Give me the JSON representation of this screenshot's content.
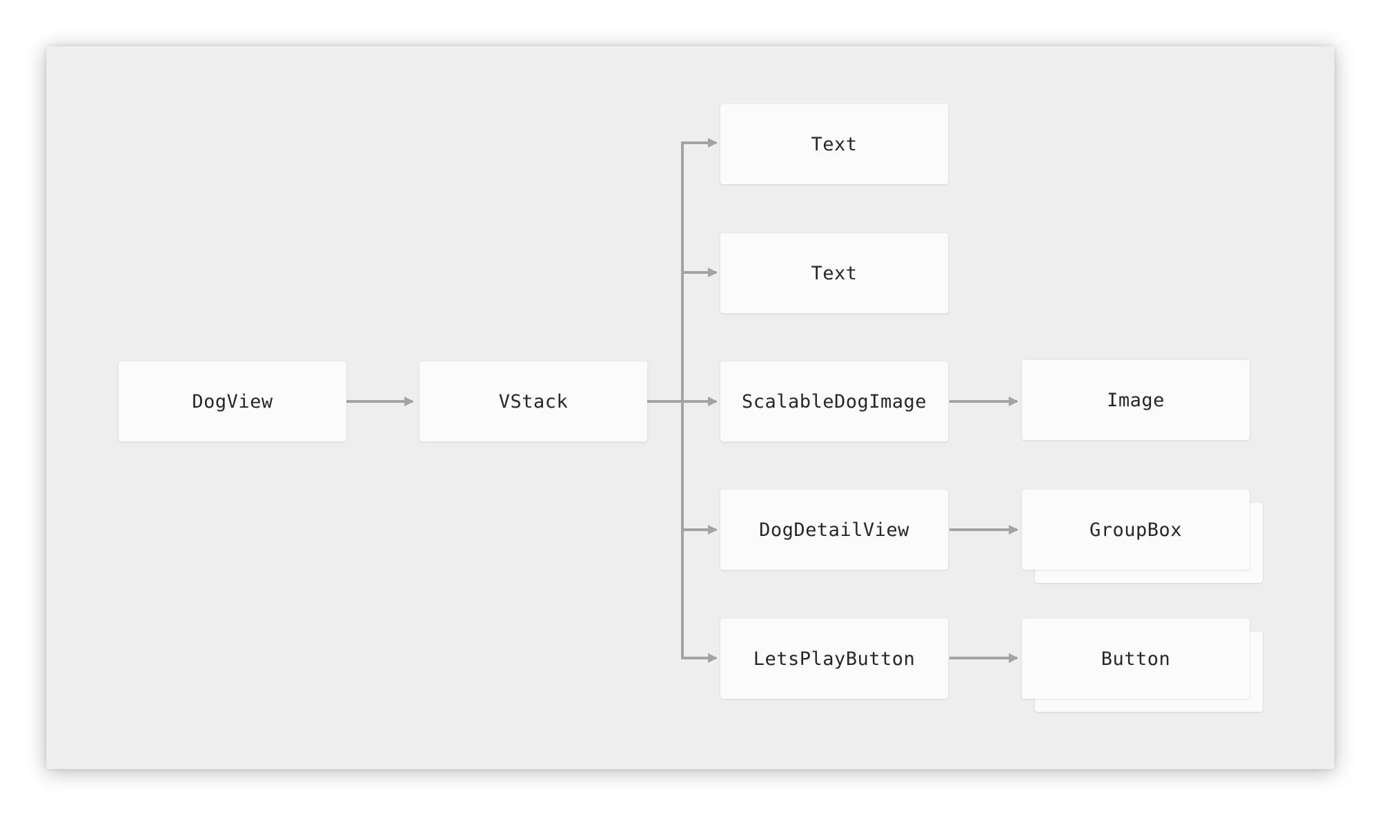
{
  "colors": {
    "panel_background": "#edeeed",
    "node_background": "#fbfbfb",
    "connector": "#a3a3a3",
    "label_text": "#262626"
  },
  "nodes": {
    "dog_view": "DogView",
    "vstack": "VStack",
    "text_1": "Text",
    "text_2": "Text",
    "scalable_dog_image": "ScalableDogImage",
    "dog_detail_view": "DogDetailView",
    "lets_play_button": "LetsPlayButton",
    "image": "Image",
    "group_box": "GroupBox",
    "button": "Button"
  },
  "edges": [
    [
      "DogView",
      "VStack"
    ],
    [
      "VStack",
      "Text"
    ],
    [
      "VStack",
      "Text"
    ],
    [
      "VStack",
      "ScalableDogImage"
    ],
    [
      "VStack",
      "DogDetailView"
    ],
    [
      "VStack",
      "LetsPlayButton"
    ],
    [
      "ScalableDogImage",
      "Image"
    ],
    [
      "DogDetailView",
      "GroupBox"
    ],
    [
      "LetsPlayButton",
      "Button"
    ]
  ]
}
